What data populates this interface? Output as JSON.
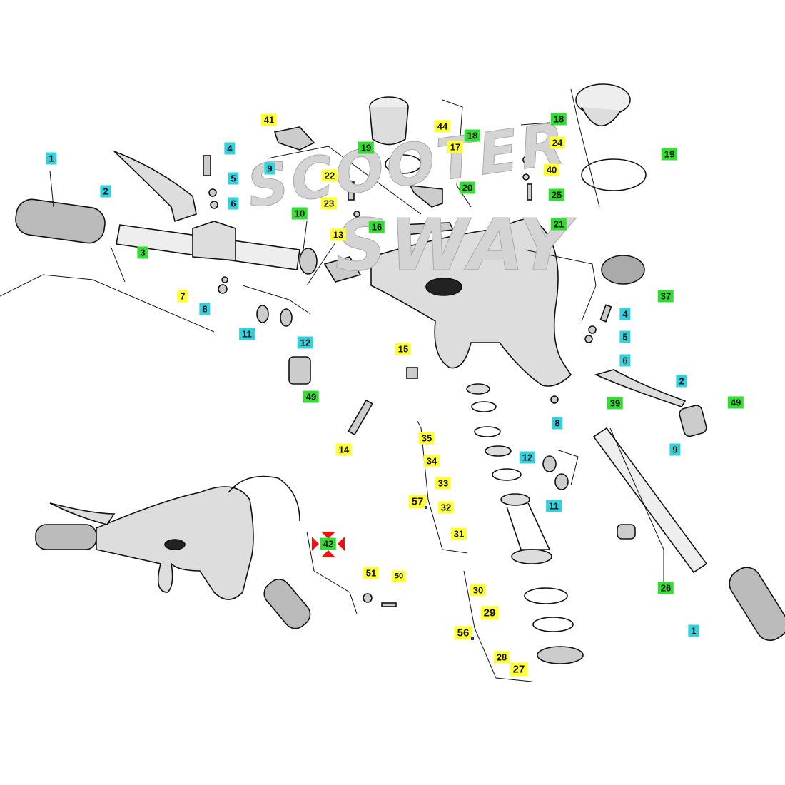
{
  "watermark": {
    "line1": "SCOOTER",
    "line2": "SWAY"
  },
  "colors": {
    "cyan": "#33d1dd",
    "yellow": "#ffff33",
    "green": "#33dd33",
    "marker": "#ee1111"
  },
  "labels": {
    "c1a": "1",
    "c4a": "4",
    "c5a": "5",
    "c6a": "6",
    "c8a": "8",
    "c11a": "11",
    "c12a": "12",
    "c9a": "9",
    "c4b": "4",
    "c5b": "5",
    "c6b": "6",
    "c2a": "2",
    "c2b": "2",
    "c8b": "8",
    "c9b": "9",
    "c12b": "12",
    "c11b": "11",
    "c1b": "1",
    "y7": "7",
    "y41": "41",
    "y44": "44",
    "y17": "17",
    "y22": "22",
    "y23": "23",
    "y13": "13",
    "y24": "24",
    "y40": "40",
    "y15": "15",
    "y14": "14",
    "y35": "35",
    "y34": "34",
    "y33": "33",
    "y32": "32",
    "y57": "57",
    "y31": "31",
    "y30": "30",
    "y29": "29",
    "y28": "28",
    "y27": "27",
    "y56": "56",
    "y51": "51",
    "y50": "50",
    "g3": "3",
    "g10": "10",
    "g16": "16",
    "g19a": "19",
    "g18a": "18",
    "g20": "20",
    "g21": "21",
    "g25": "25",
    "g18b": "18",
    "g19b": "19",
    "g37": "37",
    "g49a": "49",
    "g39": "39",
    "g49b": "49",
    "g26": "26",
    "g42": "42"
  }
}
